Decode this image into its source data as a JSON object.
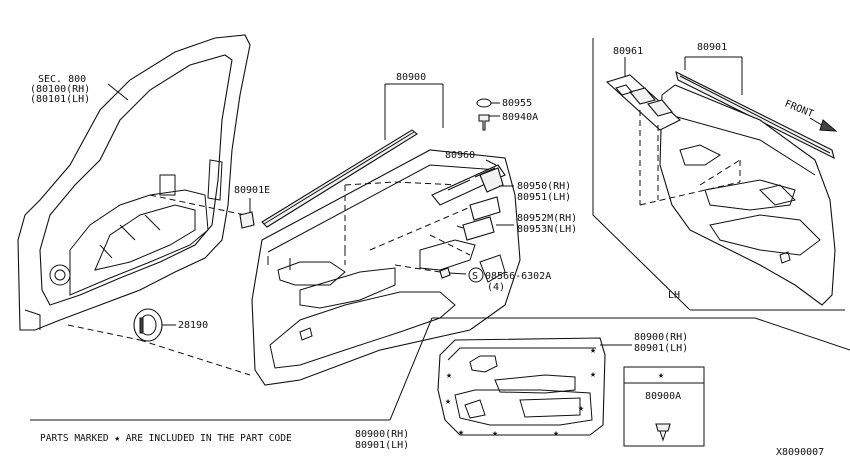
{
  "labels": {
    "sec800": "SEC. 800",
    "sec800_rh": "(80100(RH)",
    "sec800_lh": "(80101(LH)",
    "p80900_top": "80900",
    "p80955": "80955",
    "p80940a": "80940A",
    "p80960": "80960",
    "p80950": "80950(RH)",
    "p80951": "80951(LH)",
    "p80952m": "80952M(RH)",
    "p80953n": "80953N(LH)",
    "p80901e": "80901E",
    "screw": "08566-6302A",
    "screw_qty": "(4)",
    "screw_symbol": "S",
    "p28190": "28190",
    "p80961": "80961",
    "p80901_top": "80901",
    "front": "FRONT",
    "lh": "LH",
    "inset_rh": "80900(RH)",
    "inset_lh": "80901(LH)",
    "star_box": "★",
    "p80900a": "80900A",
    "note_text": "PARTS MARKED ★ ARE INCLUDED IN THE PART CODE",
    "note_rh": "80900(RH)",
    "note_lh": "80901(LH)",
    "diagram_code": "X8090007"
  },
  "icons": [
    "star-icon",
    "screw-circle-s-icon",
    "front-arrow-icon"
  ]
}
